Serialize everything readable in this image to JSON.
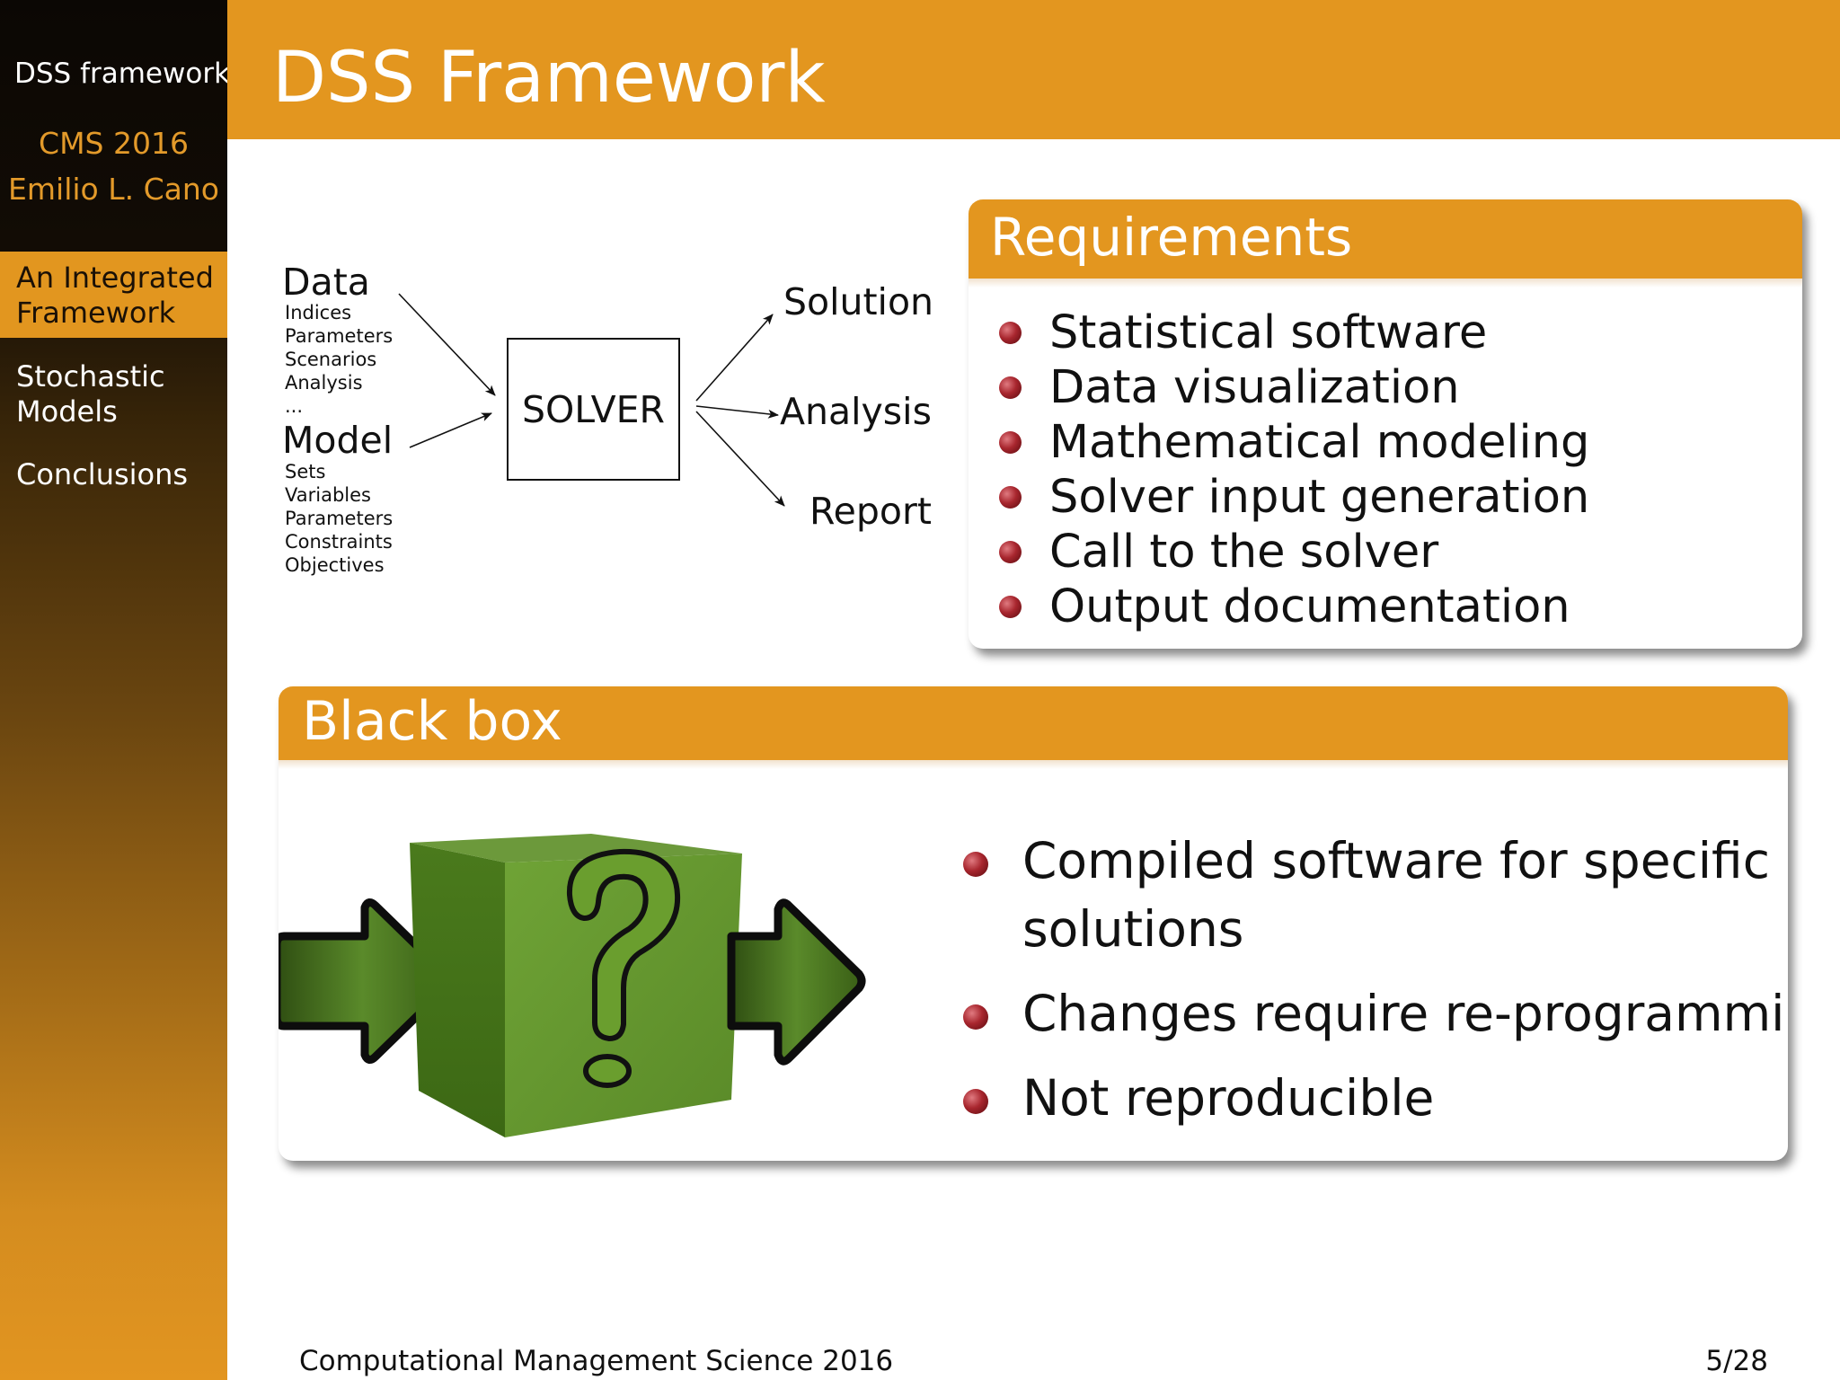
{
  "sidebar": {
    "short_title": "DSS framework",
    "event": "CMS 2016",
    "author": "Emilio L. Cano",
    "nav": [
      {
        "label": "An Integrated Framework",
        "active": true
      },
      {
        "label": "Stochastic Models",
        "active": false
      },
      {
        "label": "Conclusions",
        "active": false
      }
    ]
  },
  "slide": {
    "title": "DSS Framework",
    "diagram": {
      "data_heading": "Data",
      "data_items": [
        "Indices",
        "Parameters",
        "Scenarios",
        "Analysis",
        "..."
      ],
      "model_heading": "Model",
      "model_items": [
        "Sets",
        "Variables",
        "Parameters",
        "Constraints",
        "Objectives"
      ],
      "solver_label": "SOLVER",
      "outputs": [
        "Solution",
        "Analysis",
        "Report"
      ]
    },
    "requirements": {
      "title": "Requirements",
      "items": [
        "Statistical software",
        "Data visualization",
        "Mathematical modeling",
        "Solver input generation",
        "Call to the solver",
        "Output documentation"
      ]
    },
    "black_box": {
      "title": "Black box",
      "items": [
        "Compiled software for specific solutions",
        "Changes require re-programming",
        "Not reproducible"
      ],
      "image_icon": "question-cube-with-arrows"
    }
  },
  "footer": {
    "conference": "Computational Management Science 2016",
    "page": "5/28"
  },
  "colors": {
    "accent": "#e3961f",
    "sidebar_dark": "#0b0704",
    "bullet": "#a8262e",
    "cube_green": "#5f8f2a"
  }
}
